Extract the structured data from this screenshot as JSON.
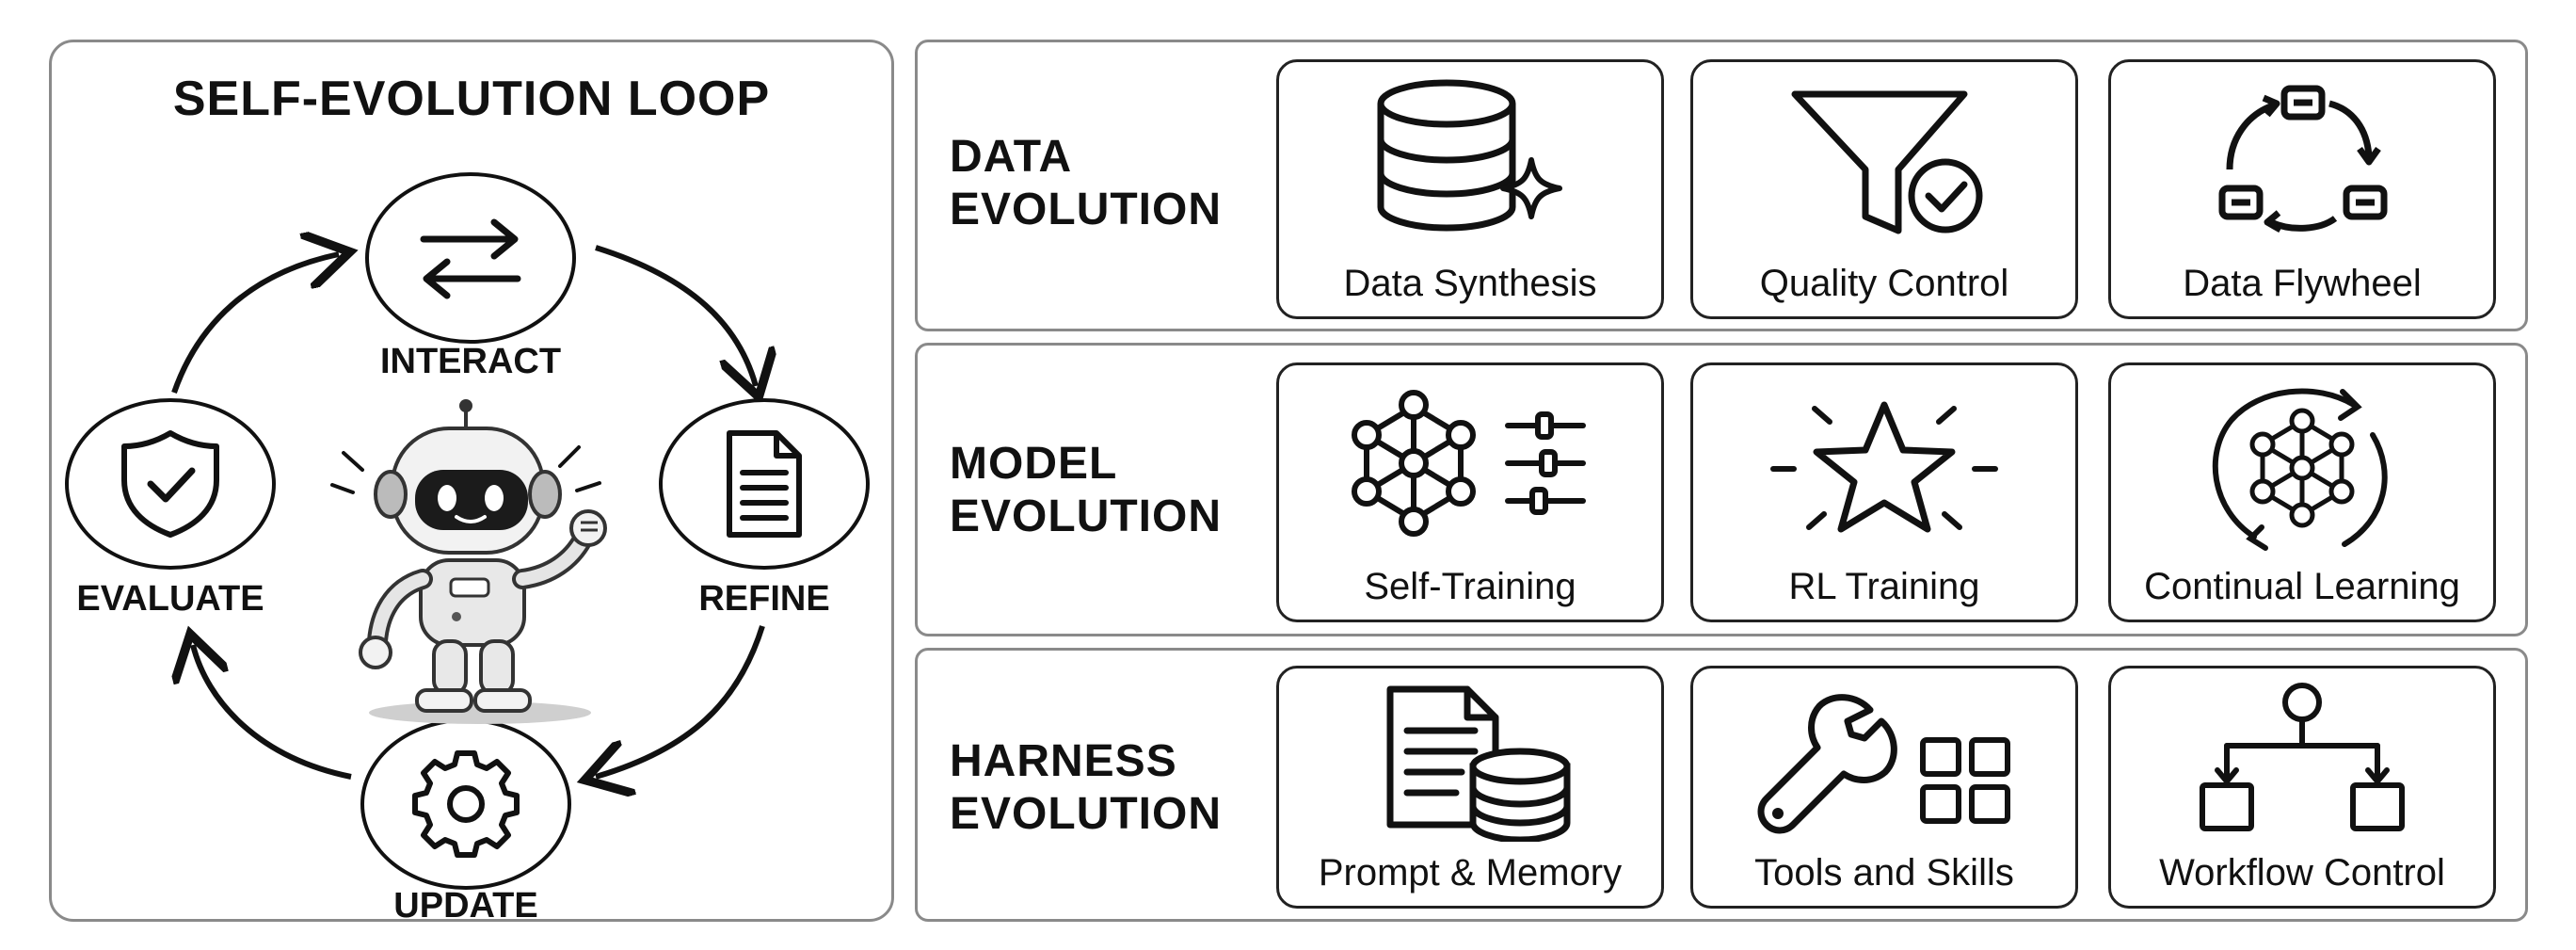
{
  "loop": {
    "title": "SELF-EVOLUTION LOOP",
    "stages": {
      "interact": "INTERACT",
      "refine": "REFINE",
      "update": "UPDATE",
      "evaluate": "EVALUATE"
    },
    "icons": {
      "interact": "exchange-arrows-icon",
      "refine": "document-icon",
      "update": "gear-icon",
      "evaluate": "shield-check-icon",
      "center": "robot-mascot-icon"
    }
  },
  "rows": [
    {
      "title_line1": "DATA",
      "title_line2": "EVOLUTION",
      "cards": [
        {
          "label": "Data Synthesis",
          "icon": "database-sparkle-icon"
        },
        {
          "label": "Quality Control",
          "icon": "filter-check-icon"
        },
        {
          "label": "Data Flywheel",
          "icon": "cycle-nodes-icon"
        }
      ]
    },
    {
      "title_line1": "MODEL",
      "title_line2": "EVOLUTION",
      "cards": [
        {
          "label": "Self-Training",
          "icon": "network-sliders-icon"
        },
        {
          "label": "RL Training",
          "icon": "star-burst-icon"
        },
        {
          "label": "Continual Learning",
          "icon": "network-cycle-icon"
        }
      ]
    },
    {
      "title_line1": "HARNESS",
      "title_line2": "EVOLUTION",
      "cards": [
        {
          "label": "Prompt & Memory",
          "icon": "document-database-icon"
        },
        {
          "label": "Tools and Skills",
          "icon": "wrench-grid-icon"
        },
        {
          "label": "Workflow Control",
          "icon": "flowchart-icon"
        }
      ]
    }
  ]
}
